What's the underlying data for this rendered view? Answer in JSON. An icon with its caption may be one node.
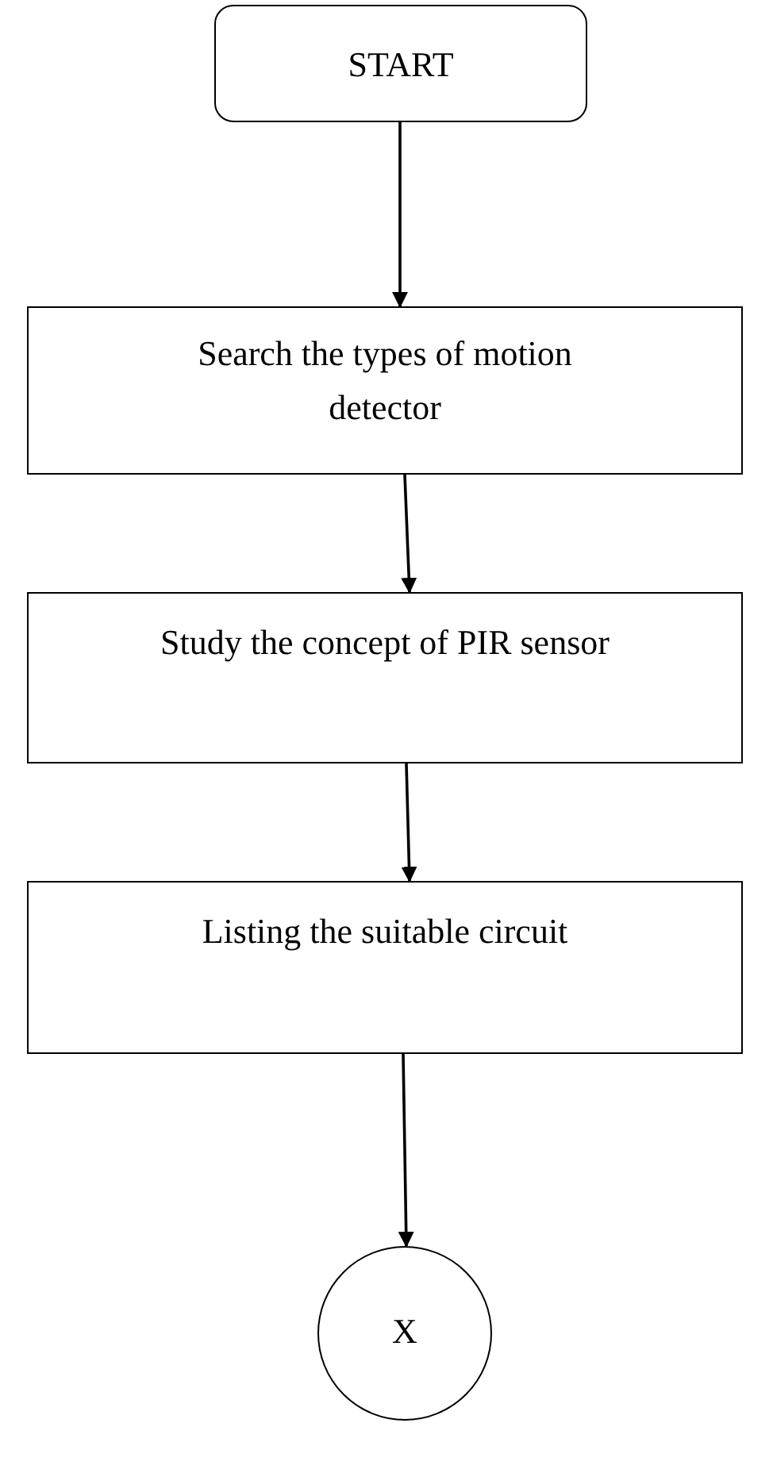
{
  "diagram": {
    "nodes": [
      {
        "text": [
          "START"
        ]
      },
      {
        "text": [
          "Search the types of motion detector"
        ]
      },
      {
        "text": [
          "Study the concept of PIR sensor"
        ]
      },
      {
        "text": [
          "Listing the suitable circuit"
        ]
      },
      {
        "text": [
          "X"
        ]
      }
    ],
    "edges": [
      {
        "from": 0,
        "to": 1,
        "arrow": "to"
      },
      {
        "from": 1,
        "to": 2,
        "arrow": "to"
      },
      {
        "from": 2,
        "to": 3,
        "arrow": "to"
      },
      {
        "from": 3,
        "to": 4,
        "arrow": "to"
      }
    ]
  }
}
